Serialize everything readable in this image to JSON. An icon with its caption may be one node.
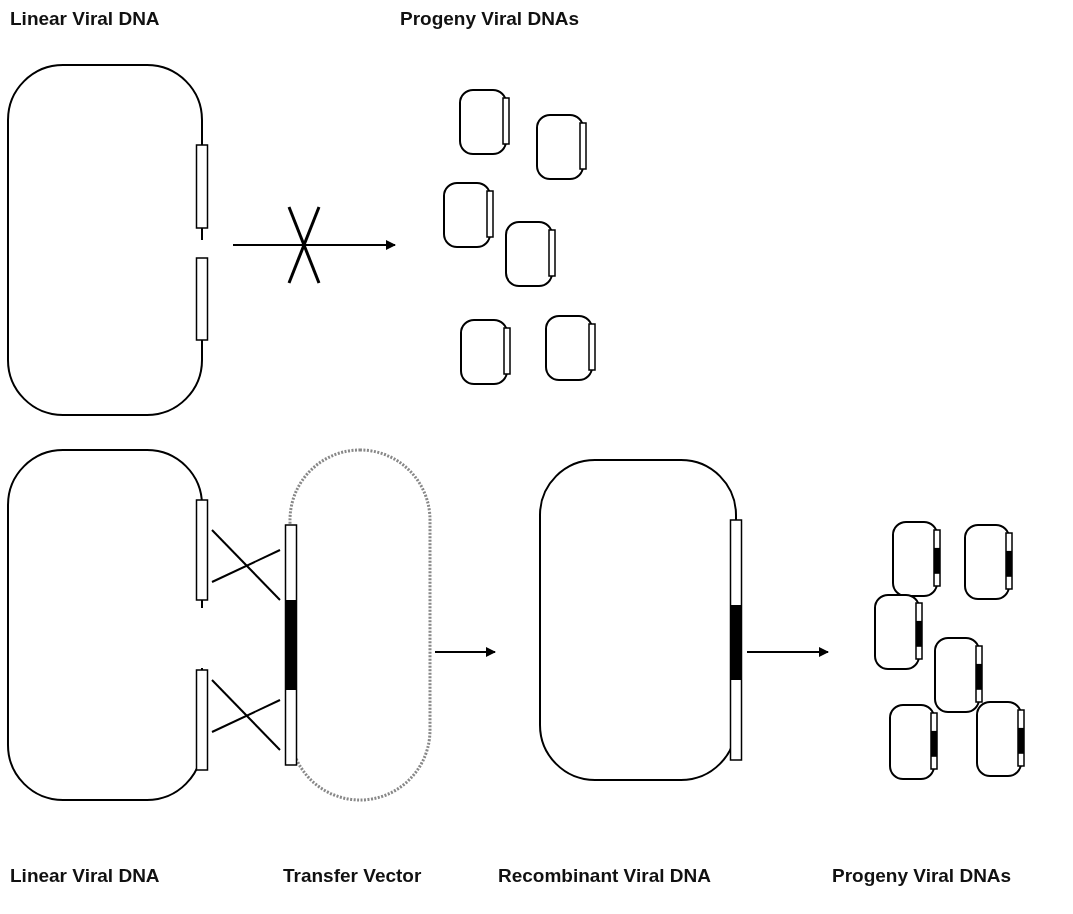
{
  "diagram": {
    "nodes": [
      {
        "text": [
          "Linear Viral DNA"
        ]
      },
      {
        "text": [
          "Progeny Viral DNAs"
        ]
      },
      {
        "text": [
          "Linear Viral DNA"
        ]
      },
      {
        "text": [
          "Transfer Vector"
        ]
      },
      {
        "text": [
          "Recombinant Viral DNA"
        ]
      },
      {
        "text": [
          "Progeny Viral DNAs"
        ]
      }
    ],
    "edges": [
      {
        "from": 0,
        "to": 1,
        "arrow": "to"
      },
      {
        "from": 2,
        "to": 3,
        "arrow": "none"
      },
      {
        "from": 2,
        "to": 3,
        "arrow": "none"
      },
      {
        "from": 2,
        "to": 3,
        "arrow": "none"
      },
      {
        "from": 2,
        "to": 3,
        "arrow": "none"
      },
      {
        "from": 3,
        "to": 4,
        "arrow": "to"
      },
      {
        "from": 4,
        "to": 5,
        "arrow": "to"
      }
    ]
  }
}
